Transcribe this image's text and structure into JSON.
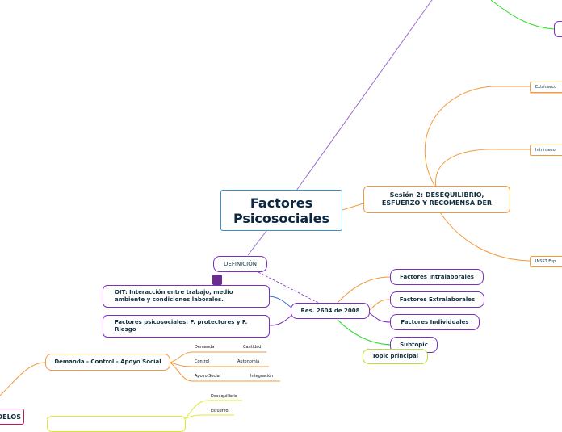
{
  "central": {
    "title": "Factores Psicosociales"
  },
  "nodes": {
    "sesion2": "Sesión 2: DESEQUILIBRIO, ESFUERZO Y RECOMENSA DER",
    "extrinseco": "Extrínseco",
    "intrinseco": "Intrínseco",
    "insst": "INSST Esp",
    "definicion": "DEFINICIÓN",
    "oit": "OIT: Interacción entre trabajo, medio ambiente y condiciones laborales.",
    "factores_psico": "Factores psicosociales: F. protectores y F. Riesgo",
    "res2604": "Res. 2604 de 2008",
    "intralaborales": "Factores Intralaborales",
    "extralaborales": "Factores Extralaborales",
    "individuales": "Factores  Individuales",
    "subtopic": "Subtopic",
    "topic_principal": "Topic principal",
    "demanda_control": "Demanda - Control - Apoyo Social",
    "demanda": "Demanda",
    "cantidad": "Cantidad",
    "control": "Control",
    "autonomia": "Autonomía",
    "apoyo_social": "Apoyo Social",
    "integracion": "Integración",
    "desequilibrio": "Desequilibrio",
    "esfuerzo": "Esfuerzo",
    "modelos": "DELOS"
  },
  "colors": {
    "central_border": "#3a8fc7",
    "purple": "#7b2fbf",
    "orange": "#f39a3c",
    "green": "#2fdc2f",
    "blue": "#2d6cd6",
    "yellow_green": "#b8e03c",
    "dark_red": "#c2185b"
  }
}
